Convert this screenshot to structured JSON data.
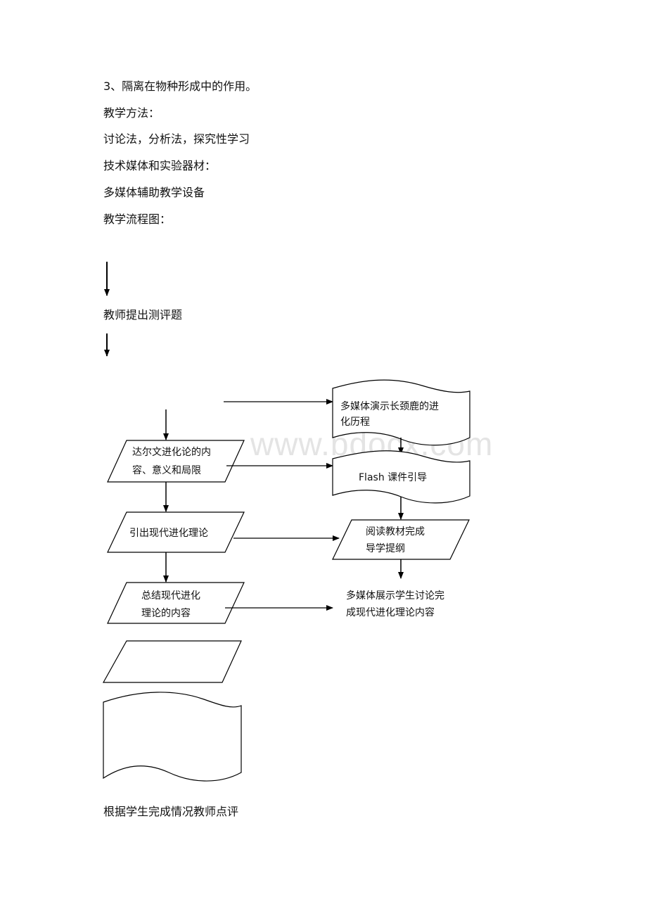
{
  "document": {
    "lines": [
      "3、隔离在物种形成中的作用。",
      "教学方法：",
      "讨论法，分析法，探究性学习",
      "技术媒体和实验器材：",
      "多媒体辅助教学设备",
      "教学流程图："
    ],
    "teacher_question": "教师提出测评题",
    "footer_line": "根据学生完成情况教师点评"
  },
  "watermark": "www.bdocx.com",
  "flowchart": {
    "left": {
      "darwin": [
        "达尔文进化论的内",
        "容、意义和局限"
      ],
      "introduce": "引出现代进化理论",
      "summary": [
        "总结现代进化",
        "理论的内容"
      ]
    },
    "right": {
      "giraffe": [
        "多媒体演示长颈鹿的进",
        "化历程"
      ],
      "flash": "Flash 课件引导",
      "reading": [
        "阅读教材完成",
        "导学提纲"
      ],
      "display": [
        "多媒体展示学生讨论完",
        "成现代进化理论内容"
      ]
    }
  }
}
